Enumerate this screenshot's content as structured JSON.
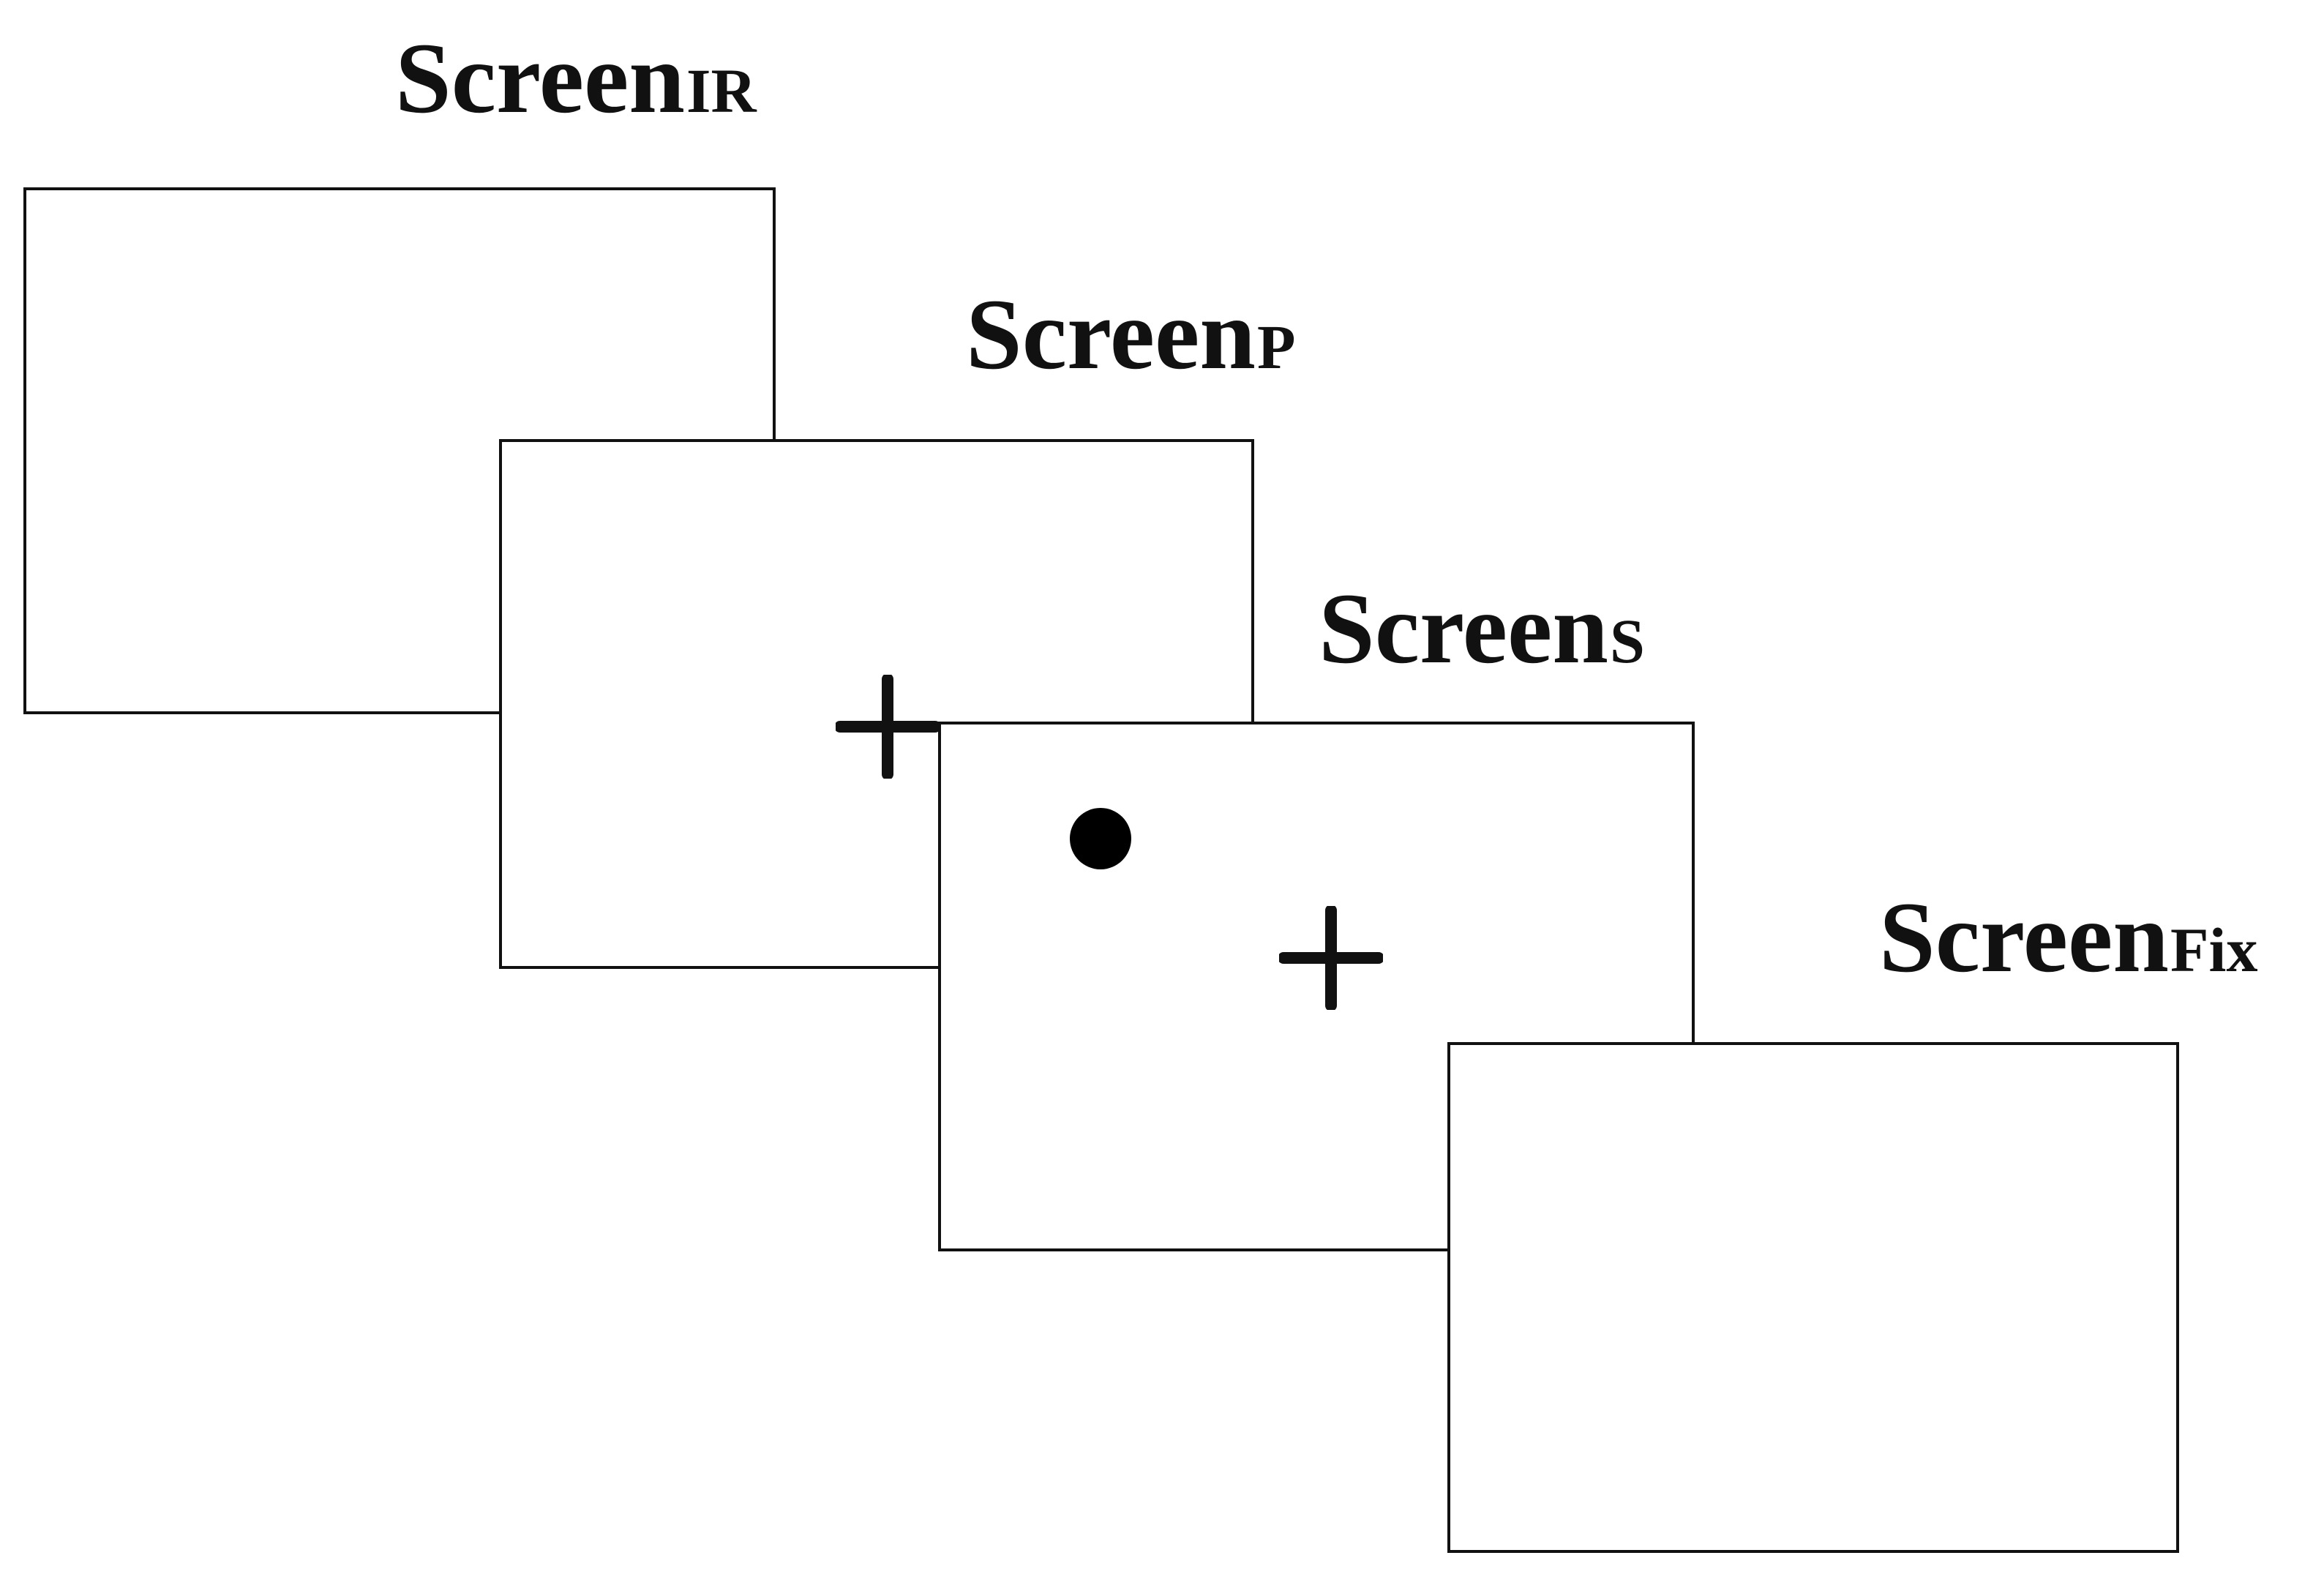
{
  "labels": {
    "ir": {
      "main": "Screen",
      "sub": "IR"
    },
    "p": {
      "main": "Screen",
      "sub": "P"
    },
    "s": {
      "main": "Screen",
      "sub": "S"
    },
    "fix": {
      "main": "Screen",
      "sub": "Fix"
    }
  },
  "icons": {
    "fixation": "plus-cross-icon",
    "target": "filled-dot-icon"
  },
  "colors": {
    "stroke": "#111111",
    "background": "#ffffff"
  }
}
